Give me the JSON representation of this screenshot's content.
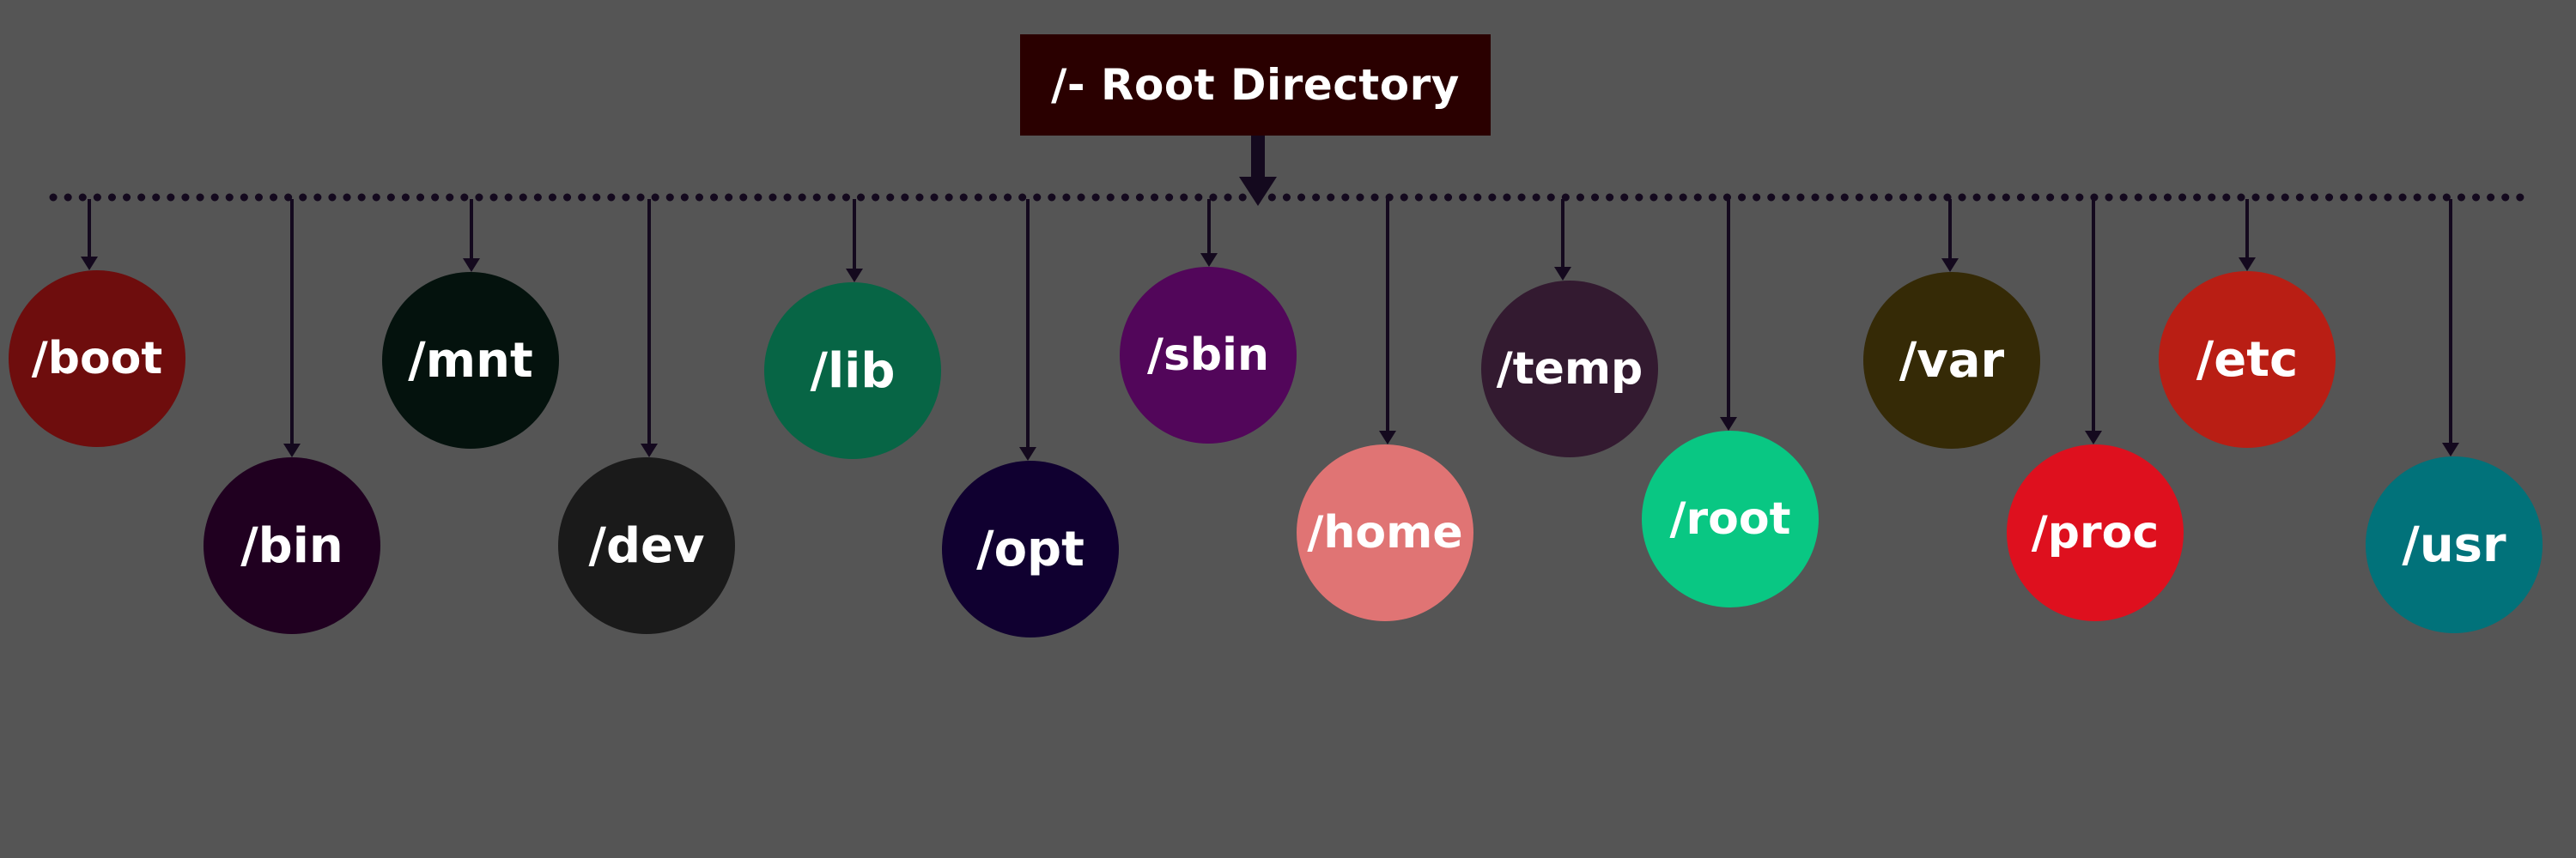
{
  "root": {
    "label": "/- Root Directory",
    "color": "#2a0000"
  },
  "colors": {
    "background": "#555555",
    "connector": "#14091e"
  },
  "directories": [
    {
      "label": "/boot",
      "color": "#6e0d0d"
    },
    {
      "label": "/bin",
      "color": "#200020"
    },
    {
      "label": "/mnt",
      "color": "#04120d"
    },
    {
      "label": "/dev",
      "color": "#1a1a1a"
    },
    {
      "label": "/lib",
      "color": "#076545"
    },
    {
      "label": "/opt",
      "color": "#100030"
    },
    {
      "label": "/sbin",
      "color": "#52065a"
    },
    {
      "label": "/home",
      "color": "#e07474"
    },
    {
      "label": "/temp",
      "color": "#331a30"
    },
    {
      "label": "/root",
      "color": "#09c783"
    },
    {
      "label": "/var",
      "color": "#352a06"
    },
    {
      "label": "/proc",
      "color": "#de101e"
    },
    {
      "label": "/etc",
      "color": "#b91e14"
    },
    {
      "label": "/usr",
      "color": "#01727a"
    }
  ]
}
